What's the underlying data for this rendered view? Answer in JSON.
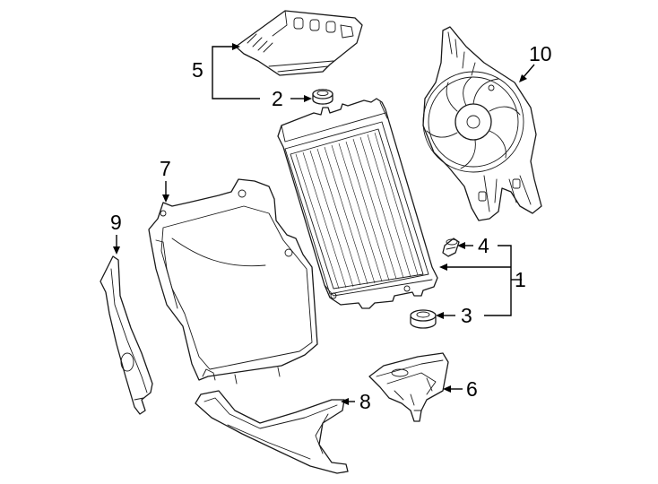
{
  "diagram": {
    "callouts": {
      "c1": "1",
      "c2": "2",
      "c3": "3",
      "c4": "4",
      "c5": "5",
      "c6": "6",
      "c7": "7",
      "c8": "8",
      "c9": "9",
      "c10": "10"
    },
    "colors": {
      "line": "#1a1a1a",
      "background": "#ffffff"
    }
  }
}
